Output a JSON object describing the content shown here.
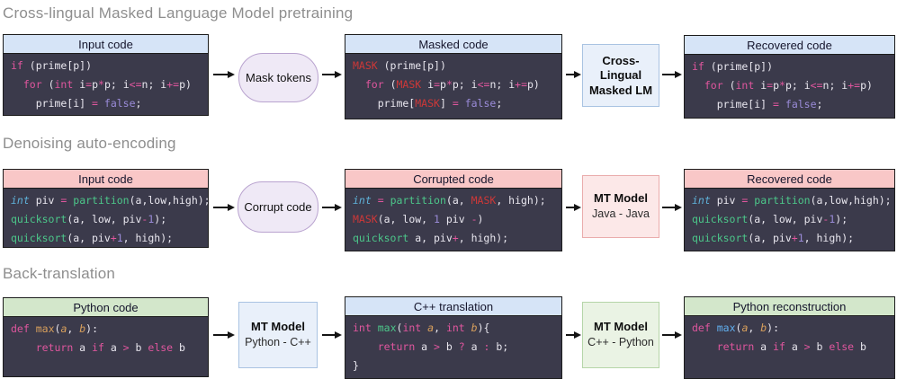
{
  "colors": {
    "code_background": "#3b3a4b",
    "keyword_pink": "#e0569e",
    "plain_text": "#e9e7ef",
    "mask_red": "#cd3838",
    "literal_purple": "#9a8bd8",
    "type_cyan": "#5fb2da",
    "function_green": "#4cc78a",
    "name_orange": "#d9a05c",
    "name_blue": "#61afef",
    "header_blue": "#d6e4f7",
    "header_pink": "#f9c7c7",
    "header_green": "#d3e7cb",
    "stadium_fill": "#efe9f6",
    "stadium_border": "#b9a3cf",
    "section_title_gray": "#8e8e8e"
  },
  "sections": {
    "clm": {
      "title": "Cross-lingual Masked Language Model pretraining",
      "input_header": "Input code",
      "stadium_label": "Mask tokens",
      "masked_header": "Masked code",
      "model_line1": "Cross-Lingual",
      "model_line2": "Masked LM",
      "recovered_header": "Recovered code"
    },
    "dae": {
      "title": "Denoising auto-encoding",
      "input_header": "Input code",
      "stadium_label": "Corrupt code",
      "corrupted_header": "Corrupted code",
      "model_line1": "MT Model",
      "model_sub": "Java - Java",
      "recovered_header": "Recovered code"
    },
    "bt": {
      "title": "Back-translation",
      "python_header": "Python code",
      "model1_line1": "MT Model",
      "model1_sub": "Python - C++",
      "cpp_header": "C++ translation",
      "model2_line1": "MT Model",
      "model2_sub": "C++ - Python",
      "reconstruction_header": "Python reconstruction"
    }
  },
  "code": {
    "prime_input": [
      [
        {
          "t": "if",
          "c": "k"
        },
        {
          "t": " (prime[p])",
          "c": "p"
        }
      ],
      [
        {
          "t": "  ",
          "c": "p"
        },
        {
          "t": "for",
          "c": "k"
        },
        {
          "t": " (",
          "c": "p"
        },
        {
          "t": "int",
          "c": "k"
        },
        {
          "t": " i",
          "c": "p"
        },
        {
          "t": "=",
          "c": "k"
        },
        {
          "t": "p",
          "c": "p"
        },
        {
          "t": "*",
          "c": "k"
        },
        {
          "t": "p; i",
          "c": "p"
        },
        {
          "t": "<=",
          "c": "k"
        },
        {
          "t": "n; i",
          "c": "p"
        },
        {
          "t": "+=",
          "c": "k"
        },
        {
          "t": "p)",
          "c": "p"
        }
      ],
      [
        {
          "t": "    prime[i] ",
          "c": "p"
        },
        {
          "t": "=",
          "c": "k"
        },
        {
          "t": " ",
          "c": "p"
        },
        {
          "t": "false",
          "c": "l"
        },
        {
          "t": ";",
          "c": "p"
        }
      ]
    ],
    "prime_masked": [
      [
        {
          "t": "MASK",
          "c": "m"
        },
        {
          "t": " (prime[p])",
          "c": "p"
        }
      ],
      [
        {
          "t": "  ",
          "c": "p"
        },
        {
          "t": "for",
          "c": "k"
        },
        {
          "t": " (",
          "c": "p"
        },
        {
          "t": "MASK",
          "c": "m"
        },
        {
          "t": " i",
          "c": "p"
        },
        {
          "t": "=",
          "c": "k"
        },
        {
          "t": "p",
          "c": "p"
        },
        {
          "t": "*",
          "c": "k"
        },
        {
          "t": "p; i",
          "c": "p"
        },
        {
          "t": "<=",
          "c": "k"
        },
        {
          "t": "n; i",
          "c": "p"
        },
        {
          "t": "+=",
          "c": "k"
        },
        {
          "t": "p)",
          "c": "p"
        }
      ],
      [
        {
          "t": "    prime[",
          "c": "p"
        },
        {
          "t": "MASK",
          "c": "m"
        },
        {
          "t": "] ",
          "c": "p"
        },
        {
          "t": "=",
          "c": "k"
        },
        {
          "t": " ",
          "c": "p"
        },
        {
          "t": "false",
          "c": "l"
        },
        {
          "t": ";",
          "c": "p"
        }
      ]
    ],
    "prime_recovered": [
      [
        {
          "t": "if",
          "c": "k"
        },
        {
          "t": " (prime[p])",
          "c": "p"
        }
      ],
      [
        {
          "t": "  ",
          "c": "p"
        },
        {
          "t": "for",
          "c": "k"
        },
        {
          "t": " (",
          "c": "p"
        },
        {
          "t": "int",
          "c": "k"
        },
        {
          "t": " i",
          "c": "p"
        },
        {
          "t": "=",
          "c": "k"
        },
        {
          "t": "p",
          "c": "p"
        },
        {
          "t": "*",
          "c": "k"
        },
        {
          "t": "p; i",
          "c": "p"
        },
        {
          "t": "<=",
          "c": "k"
        },
        {
          "t": "n; i",
          "c": "p"
        },
        {
          "t": "+=",
          "c": "k"
        },
        {
          "t": "p)",
          "c": "p"
        }
      ],
      [
        {
          "t": "    prime[i] ",
          "c": "p"
        },
        {
          "t": "=",
          "c": "k"
        },
        {
          "t": " ",
          "c": "p"
        },
        {
          "t": "false",
          "c": "l"
        },
        {
          "t": ";",
          "c": "p"
        }
      ]
    ],
    "java_input": [
      [
        {
          "t": "int",
          "c": "t",
          "i": true
        },
        {
          "t": " piv ",
          "c": "p"
        },
        {
          "t": "=",
          "c": "k"
        },
        {
          "t": " ",
          "c": "p"
        },
        {
          "t": "partition",
          "c": "f"
        },
        {
          "t": "(a,low,high);",
          "c": "p"
        }
      ],
      [
        {
          "t": "quicksort",
          "c": "f"
        },
        {
          "t": "(a, low, piv",
          "c": "p"
        },
        {
          "t": "-",
          "c": "k"
        },
        {
          "t": "1",
          "c": "l"
        },
        {
          "t": ");",
          "c": "p"
        }
      ],
      [
        {
          "t": "quicksort",
          "c": "f"
        },
        {
          "t": "(a, piv",
          "c": "p"
        },
        {
          "t": "+",
          "c": "k"
        },
        {
          "t": "1",
          "c": "l"
        },
        {
          "t": ", high);",
          "c": "p"
        }
      ]
    ],
    "java_corrupted": [
      [
        {
          "t": "int",
          "c": "t",
          "i": true
        },
        {
          "t": " ",
          "c": "p"
        },
        {
          "t": "=",
          "c": "k"
        },
        {
          "t": " ",
          "c": "p"
        },
        {
          "t": "partition",
          "c": "f"
        },
        {
          "t": "(a, ",
          "c": "p"
        },
        {
          "t": "MASK",
          "c": "m"
        },
        {
          "t": ", high);",
          "c": "p"
        }
      ],
      [
        {
          "t": "MASK",
          "c": "m"
        },
        {
          "t": "(a, low, ",
          "c": "p"
        },
        {
          "t": "1",
          "c": "l"
        },
        {
          "t": " piv ",
          "c": "p"
        },
        {
          "t": "-",
          "c": "k"
        },
        {
          "t": ")",
          "c": "p"
        }
      ],
      [
        {
          "t": "quicksort",
          "c": "f"
        },
        {
          "t": " a, piv",
          "c": "p"
        },
        {
          "t": "+",
          "c": "k"
        },
        {
          "t": ", high);",
          "c": "p"
        }
      ]
    ],
    "java_recovered": [
      [
        {
          "t": "int",
          "c": "t",
          "i": true
        },
        {
          "t": " piv ",
          "c": "p"
        },
        {
          "t": "=",
          "c": "k"
        },
        {
          "t": " ",
          "c": "p"
        },
        {
          "t": "partition",
          "c": "f"
        },
        {
          "t": "(a,low,high);",
          "c": "p"
        }
      ],
      [
        {
          "t": "quicksort",
          "c": "f"
        },
        {
          "t": "(a, low, piv",
          "c": "p"
        },
        {
          "t": "-",
          "c": "k"
        },
        {
          "t": "1",
          "c": "l"
        },
        {
          "t": ");",
          "c": "p"
        }
      ],
      [
        {
          "t": "quicksort",
          "c": "f"
        },
        {
          "t": "(a, piv",
          "c": "p"
        },
        {
          "t": "+",
          "c": "k"
        },
        {
          "t": "1",
          "c": "l"
        },
        {
          "t": ", high);",
          "c": "p"
        }
      ]
    ],
    "py_source": [
      [
        {
          "t": "def",
          "c": "k"
        },
        {
          "t": " ",
          "c": "p"
        },
        {
          "t": "max",
          "c": "o"
        },
        {
          "t": "(",
          "c": "p"
        },
        {
          "t": "a",
          "c": "o",
          "i": true
        },
        {
          "t": ", ",
          "c": "p"
        },
        {
          "t": "b",
          "c": "o",
          "i": true
        },
        {
          "t": "):",
          "c": "p"
        }
      ],
      [
        {
          "t": "    ",
          "c": "p"
        },
        {
          "t": "return",
          "c": "k"
        },
        {
          "t": " a ",
          "c": "p"
        },
        {
          "t": "if",
          "c": "k"
        },
        {
          "t": " a ",
          "c": "p"
        },
        {
          "t": ">",
          "c": "k"
        },
        {
          "t": " b ",
          "c": "p"
        },
        {
          "t": "else",
          "c": "k"
        },
        {
          "t": " b",
          "c": "p"
        }
      ]
    ],
    "cpp_translation": [
      [
        {
          "t": "int",
          "c": "k"
        },
        {
          "t": " ",
          "c": "p"
        },
        {
          "t": "max",
          "c": "f"
        },
        {
          "t": "(",
          "c": "p"
        },
        {
          "t": "int",
          "c": "k"
        },
        {
          "t": " ",
          "c": "p"
        },
        {
          "t": "a",
          "c": "o",
          "i": true
        },
        {
          "t": ", ",
          "c": "p"
        },
        {
          "t": "int",
          "c": "k"
        },
        {
          "t": " ",
          "c": "p"
        },
        {
          "t": "b",
          "c": "o",
          "i": true
        },
        {
          "t": "){",
          "c": "p"
        }
      ],
      [
        {
          "t": "    ",
          "c": "p"
        },
        {
          "t": "return",
          "c": "k"
        },
        {
          "t": " a ",
          "c": "p"
        },
        {
          "t": ">",
          "c": "k"
        },
        {
          "t": " b ",
          "c": "p"
        },
        {
          "t": "?",
          "c": "k"
        },
        {
          "t": " a ",
          "c": "p"
        },
        {
          "t": ":",
          "c": "k"
        },
        {
          "t": " b;",
          "c": "p"
        }
      ],
      [
        {
          "t": "}",
          "c": "p"
        }
      ]
    ],
    "py_reconstruction": [
      [
        {
          "t": "def",
          "c": "k"
        },
        {
          "t": " ",
          "c": "p"
        },
        {
          "t": "max",
          "c": "b"
        },
        {
          "t": "(",
          "c": "p"
        },
        {
          "t": "a",
          "c": "o",
          "i": true
        },
        {
          "t": ", ",
          "c": "p"
        },
        {
          "t": "b",
          "c": "o",
          "i": true
        },
        {
          "t": "):",
          "c": "p"
        }
      ],
      [
        {
          "t": "    ",
          "c": "p"
        },
        {
          "t": "return",
          "c": "k"
        },
        {
          "t": " a ",
          "c": "p"
        },
        {
          "t": "if",
          "c": "k"
        },
        {
          "t": " a ",
          "c": "p"
        },
        {
          "t": ">",
          "c": "k"
        },
        {
          "t": " b ",
          "c": "p"
        },
        {
          "t": "else",
          "c": "k"
        },
        {
          "t": " b",
          "c": "p"
        }
      ]
    ]
  }
}
